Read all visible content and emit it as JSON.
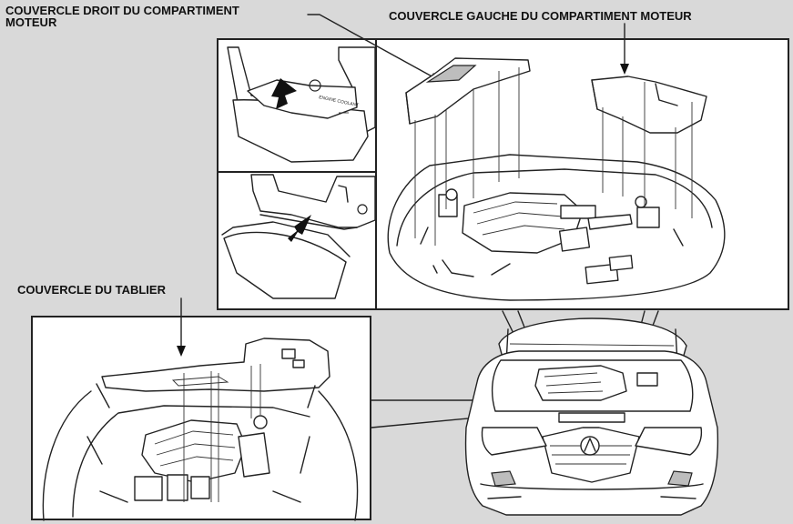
{
  "labels": {
    "right_cover_line1": "COUVERCLE DROIT DU COMPARTIMENT",
    "right_cover_line2": "MOTEUR",
    "left_cover": "COUVERCLE GAUCHE DU COMPARTIMENT MOTEUR",
    "cowl_cover": "COUVERCLE DU TABLIER"
  },
  "colors": {
    "background": "#d9d9d9",
    "panel": "#ffffff",
    "line": "#222222"
  }
}
